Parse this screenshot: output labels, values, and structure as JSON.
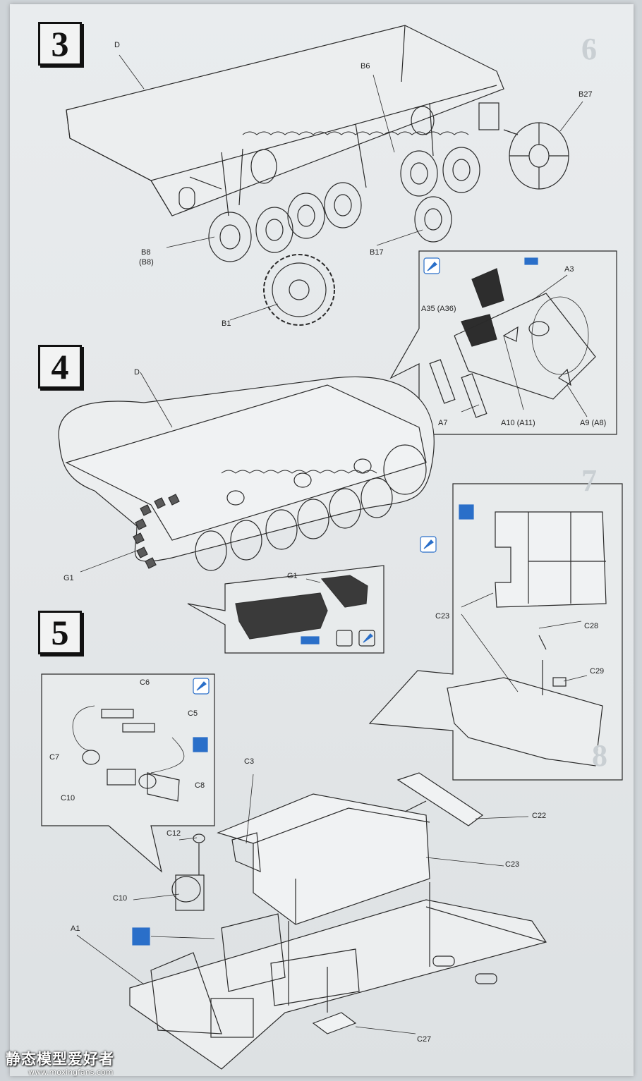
{
  "steps": {
    "step3": "3",
    "step4": "4",
    "step5": "5"
  },
  "step3_labels": {
    "D": "D",
    "B6": "B6",
    "B27": "B27",
    "B8": "B8",
    "B8_alt": "(B8)",
    "B17": "B17",
    "B1": "B1"
  },
  "step3_inset_labels": {
    "A3": "A3",
    "A35": "A35 (A36)",
    "A7": "A7",
    "A10": "A10 (A11)",
    "A9": "A9 (A8)"
  },
  "step4_labels": {
    "D": "D",
    "G1": "G1",
    "G1_inset": "G1"
  },
  "step5_right_inset_labels": {
    "C23": "C23",
    "C28": "C28",
    "C29": "C29"
  },
  "step5_left_inset_labels": {
    "C6": "C6",
    "C5": "C5",
    "C7": "C7",
    "C10": "C10",
    "C8": "C8"
  },
  "step5_labels": {
    "C3": "C3",
    "C22": "C22",
    "C23": "C23",
    "C12": "C12",
    "C10": "C10",
    "A1": "A1",
    "C27": "C27"
  },
  "ghost_numbers": [
    "6",
    "7",
    "8"
  ],
  "watermark": {
    "title": "静态模型爱好者",
    "url": "www.moxingfans.com"
  },
  "colors": {
    "ink": "#222222",
    "paper": "#e6e9eb",
    "paint_blue": "#2a6fc9"
  }
}
